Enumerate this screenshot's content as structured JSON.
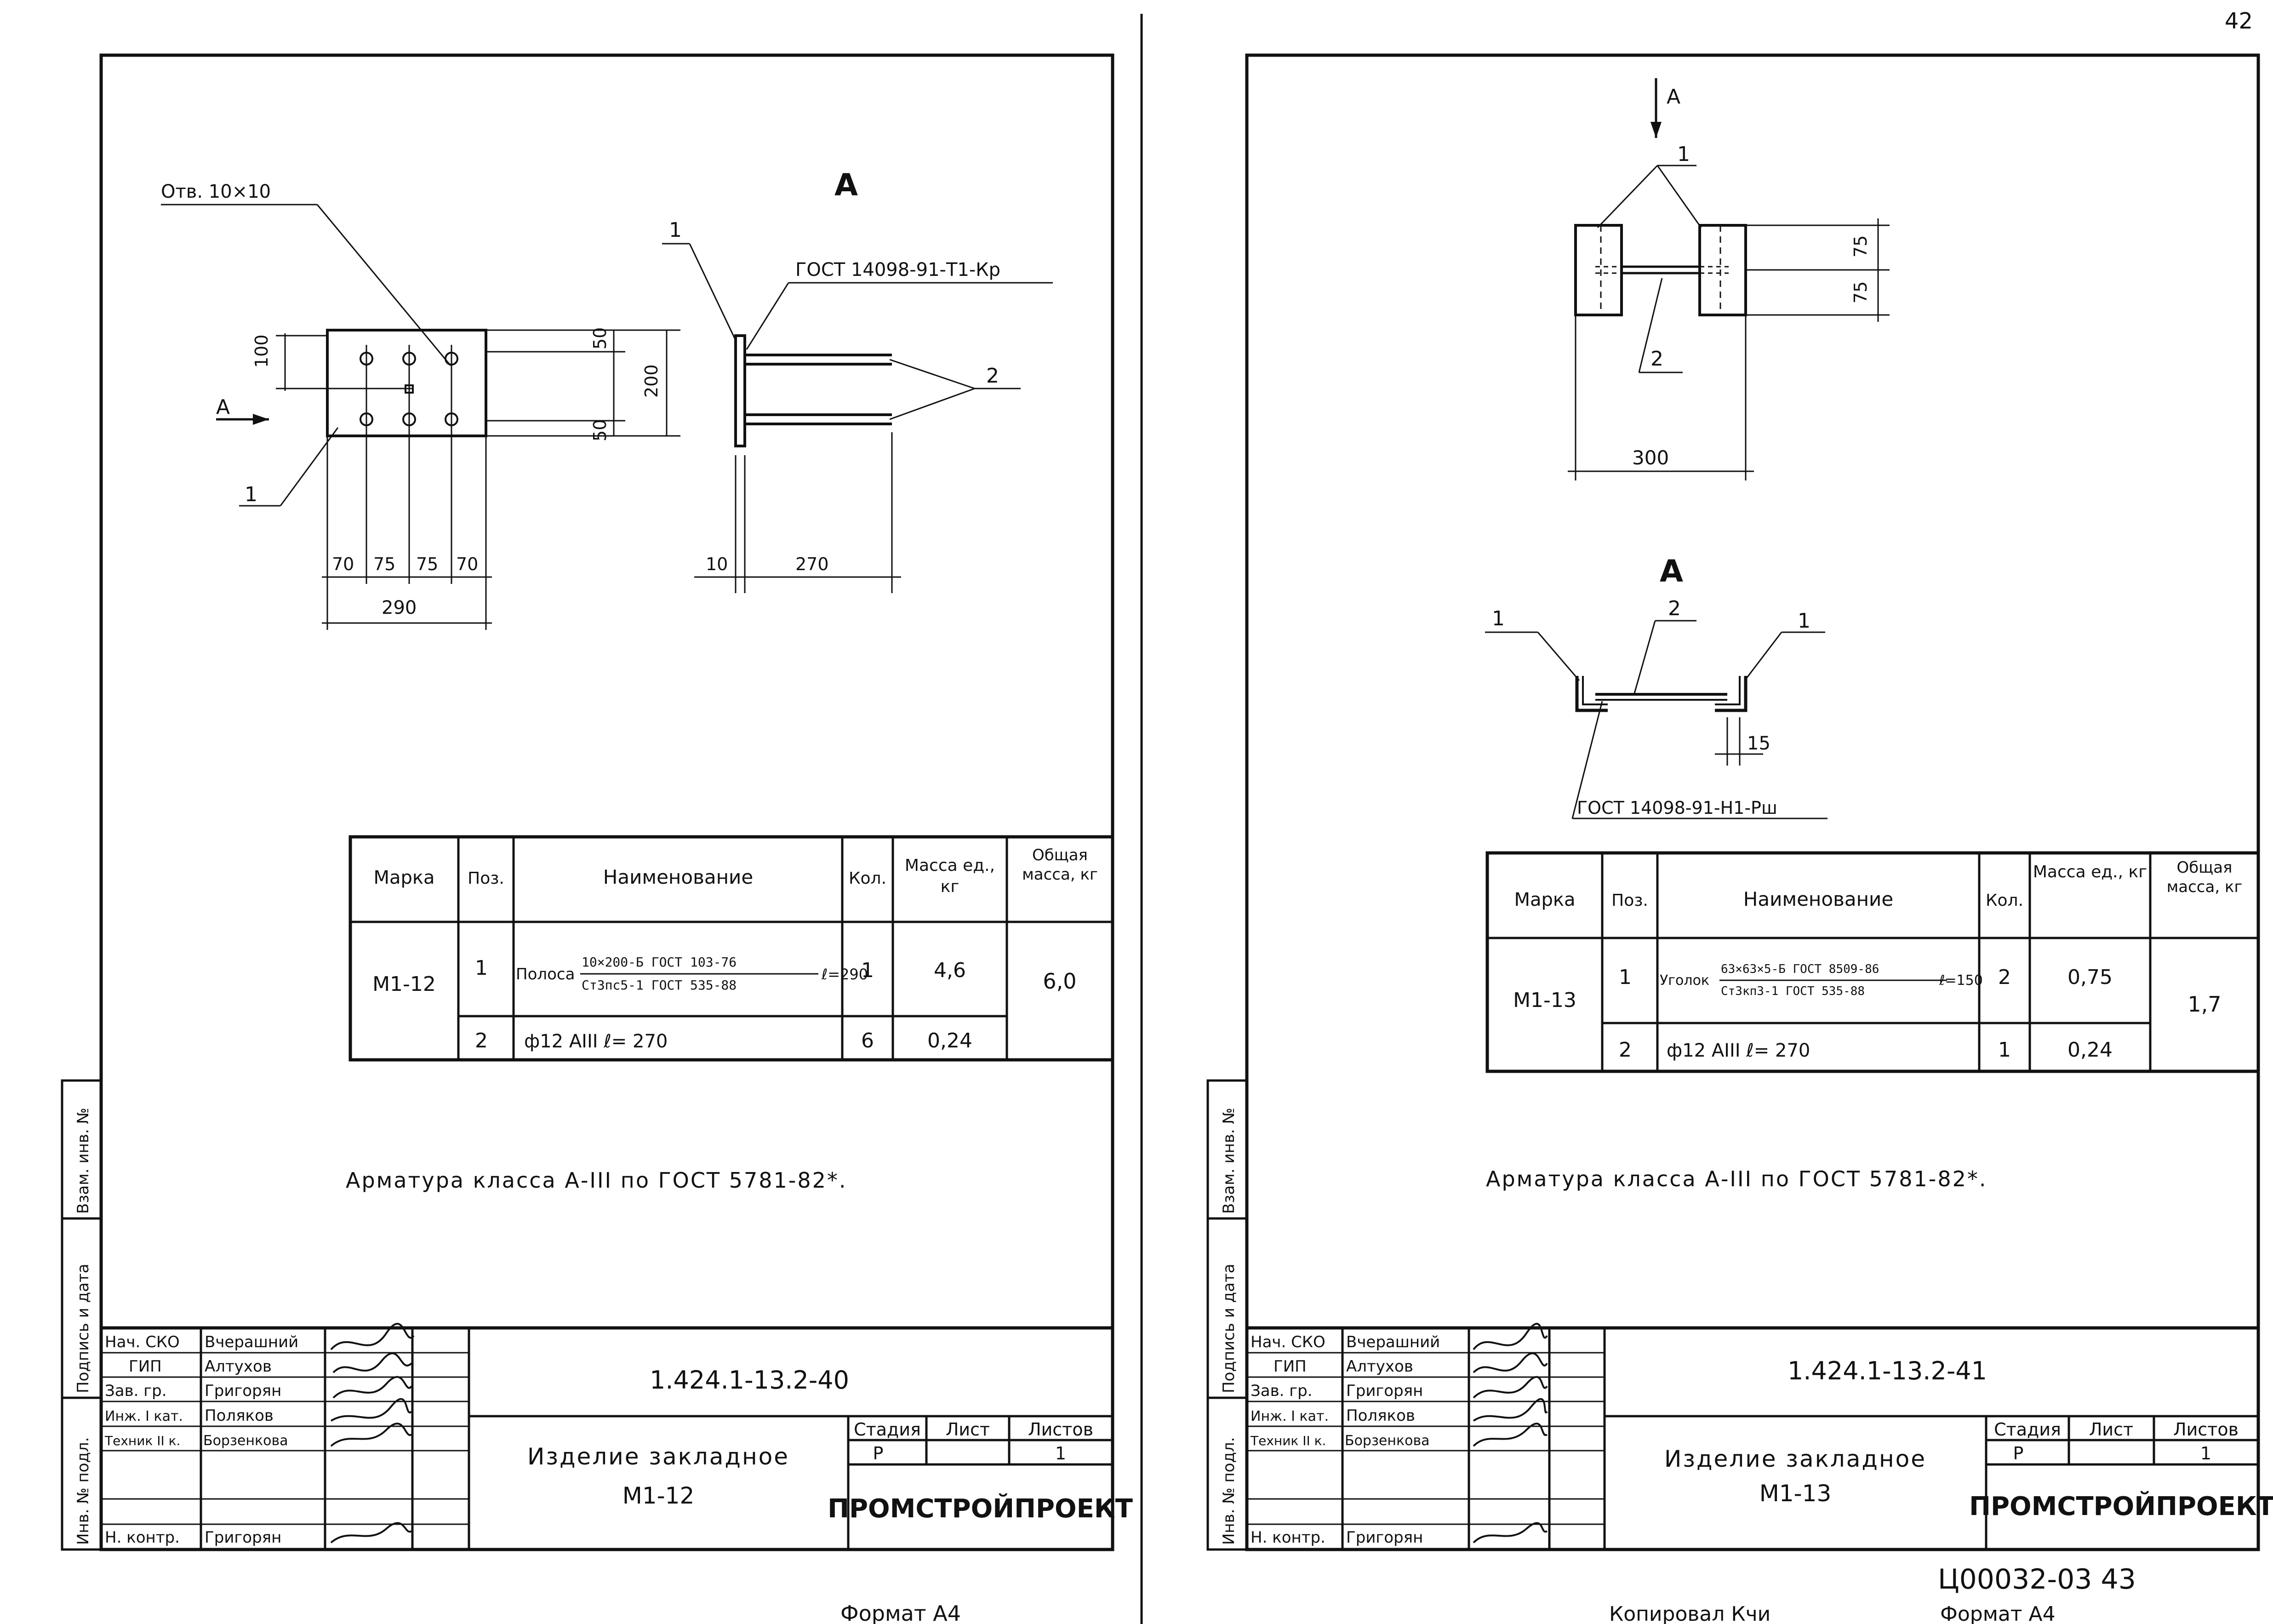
{
  "page_number": "42",
  "footer": {
    "format_left": "Формат А4",
    "format_right": "Формат А4",
    "copied": "Копировал Кчи",
    "archive_no": "Ц00032-03 43"
  },
  "side_labels": {
    "inv_orig": "Инв. № подл.",
    "sign_date": "Подпись и дата",
    "vzam": "Взам. инв. №"
  },
  "sheets": [
    {
      "drawing": {
        "hole_label": "Отв. 10×10",
        "view_label": "А",
        "arrow_label": "А",
        "gost": "ГОСТ 14098-91-Т1-Кр",
        "callout_1": "1",
        "callout_1b": "1",
        "callout_2": "2",
        "dims": {
          "d100": "100",
          "d50a": "50",
          "d50b": "50",
          "d200": "200",
          "d70a": "70",
          "d75a": "75",
          "d75b": "75",
          "d70b": "70",
          "d290": "290",
          "d10": "10",
          "d270": "270"
        }
      },
      "table": {
        "headers": [
          "Марка",
          "Поз.",
          "Наименование",
          "Кол.",
          "Масса ед., кг",
          "Общая масса, кг"
        ],
        "mark": "М1-12",
        "total": "6,0",
        "rows": [
          {
            "pos": "1",
            "name_pre": "Полоса",
            "name_num": "10×200-Б ГОСТ 103-76",
            "name_den": "Ст3пс5-1 ГОСТ 535-88",
            "name_post": "ℓ=290",
            "qty": "1",
            "mass": "4,6"
          },
          {
            "pos": "2",
            "name_pre": "ф12 АIII  ℓ= 270",
            "name_num": "",
            "name_den": "",
            "name_post": "",
            "qty": "6",
            "mass": "0,24"
          }
        ]
      },
      "note": "Арматура класса А-III по ГОСТ 5781-82*.",
      "stamp": {
        "roles": [
          "Нач. СКО",
          "ГИП",
          "Зав. гр.",
          "Инж. I кат.",
          "Техник II к.",
          "",
          "Н. контр."
        ],
        "names": [
          "Вчерашний",
          "Алтухов",
          "Григорян",
          "Поляков",
          "Борзенкова",
          "",
          "Григорян"
        ],
        "code": "1.424.1-13.2-40",
        "title_line1": "Изделие закладное",
        "title_line2": "М1-12",
        "stage_h": "Стадия",
        "sheet_h": "Лист",
        "sheets_h": "Листов",
        "stage": "Р",
        "sheet": "",
        "sheets": "1",
        "org": "ПРОМСТРОЙПРОЕКТ"
      }
    },
    {
      "drawing": {
        "arrow_label": "А",
        "view_label": "А",
        "gost": "ГОСТ 14098-91-Н1-Рш",
        "callout_1_top": "1",
        "callout_2_top": "2",
        "callout_1_left": "1",
        "callout_2_mid": "2",
        "callout_1_right": "1",
        "dims": {
          "d75a": "75",
          "d75b": "75",
          "d300": "300",
          "d15": "15"
        }
      },
      "table": {
        "headers": [
          "Марка",
          "Поз.",
          "Наименование",
          "Кол.",
          "Масса ед., кг",
          "Общая масса, кг"
        ],
        "mark": "М1-13",
        "total": "1,7",
        "rows": [
          {
            "pos": "1",
            "name_pre": "Уголок",
            "name_num": "63×63×5-Б ГОСТ 8509-86",
            "name_den": "Ст3кп3-1 ГОСТ 535-88",
            "name_post": "ℓ=150",
            "qty": "2",
            "mass": "0,75"
          },
          {
            "pos": "2",
            "name_pre": "ф12 АIII  ℓ= 270",
            "name_num": "",
            "name_den": "",
            "name_post": "",
            "qty": "1",
            "mass": "0,24"
          }
        ]
      },
      "note": "Арматура класса А-III по ГОСТ 5781-82*.",
      "stamp": {
        "roles": [
          "Нач. СКО",
          "ГИП",
          "Зав. гр.",
          "Инж. I кат.",
          "Техник II к.",
          "",
          "Н. контр."
        ],
        "names": [
          "Вчерашний",
          "Алтухов",
          "Григорян",
          "Поляков",
          "Борзенкова",
          "",
          "Григорян"
        ],
        "code": "1.424.1-13.2-41",
        "title_line1": "Изделие закладное",
        "title_line2": "М1-13",
        "stage_h": "Стадия",
        "sheet_h": "Лист",
        "sheets_h": "Листов",
        "stage": "Р",
        "sheet": "",
        "sheets": "1",
        "org": "ПРОМСТРОЙПРОЕКТ"
      }
    }
  ]
}
